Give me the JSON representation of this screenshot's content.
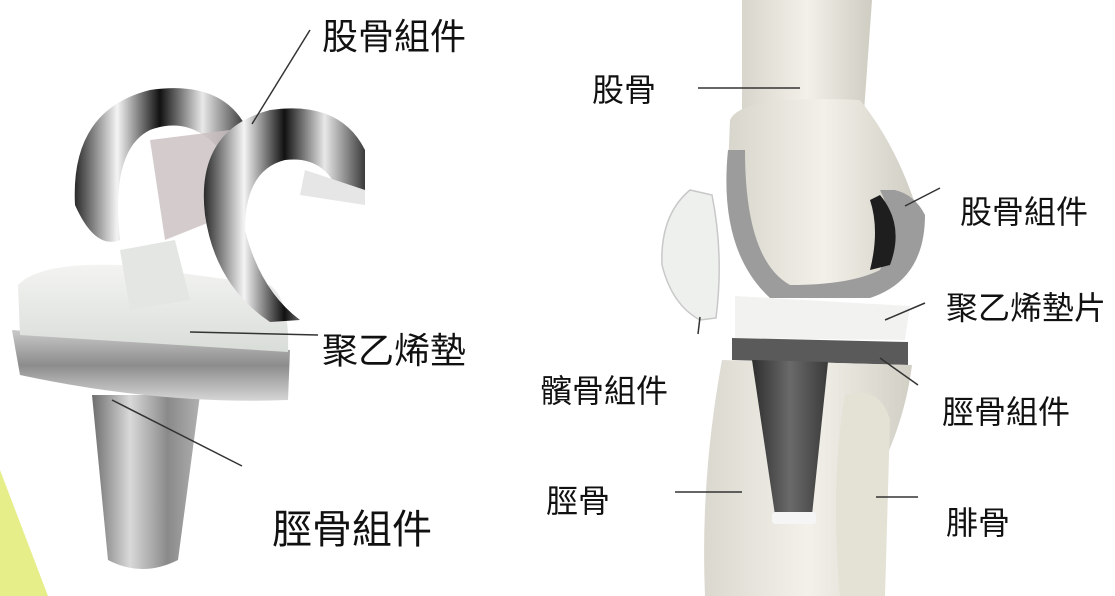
{
  "left_labels": {
    "femoral_component": "股骨組件",
    "polyethylene_insert": "聚乙烯墊",
    "tibial_component": "脛骨組件"
  },
  "right_labels": {
    "femur": "股骨",
    "femoral_component": "股骨組件",
    "polyethylene_spacer": "聚乙烯墊片",
    "patellar_component": "髕骨組件",
    "tibial_component": "脛骨組件",
    "tibia": "脛骨",
    "fibula": "腓骨"
  },
  "colors": {
    "accent_wedge": "#e6ee8a",
    "metal": "#9a9a9a",
    "polyethylene": "#e9ece8",
    "bone": "#e7e4d8"
  }
}
